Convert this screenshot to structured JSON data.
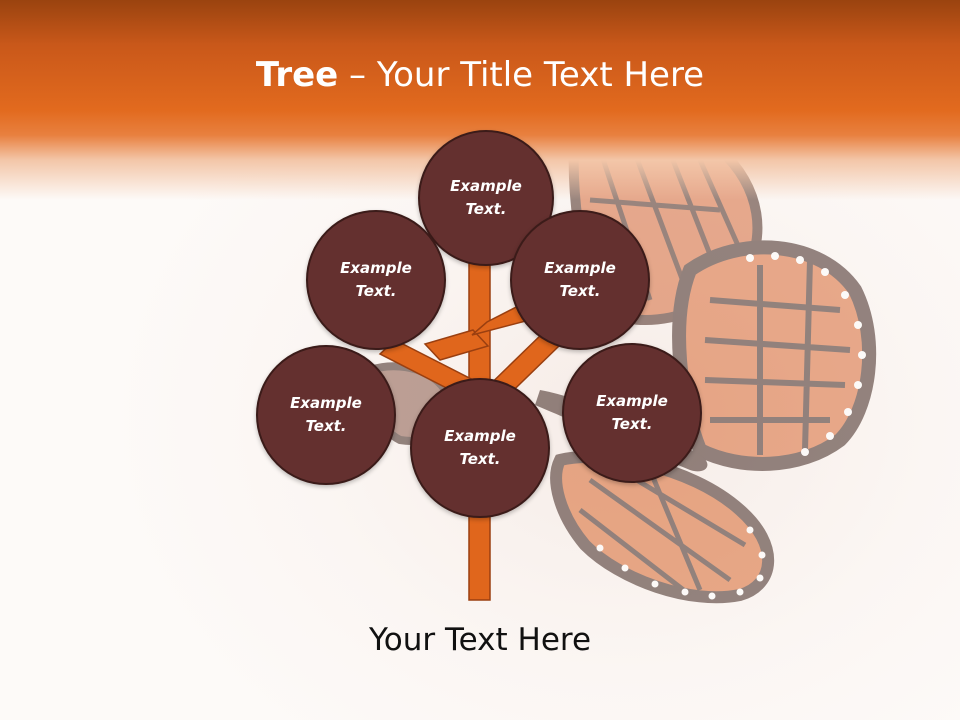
{
  "slide": {
    "title_bold": "Tree",
    "title_rest": " – Your Title Text Here",
    "footer": "Your Text Here"
  },
  "nodes": [
    {
      "id": "top",
      "label": "Example\nText."
    },
    {
      "id": "upper-left",
      "label": "Example\nText."
    },
    {
      "id": "upper-right",
      "label": "Example\nText."
    },
    {
      "id": "lower-left",
      "label": "Example\nText."
    },
    {
      "id": "center",
      "label": "Example\nText."
    },
    {
      "id": "lower-right",
      "label": "Example\nText."
    }
  ],
  "colors": {
    "header": "#e26a1e",
    "branch": "#e0661c",
    "node_fill": "#64302f",
    "node_border": "#3b1b19"
  }
}
